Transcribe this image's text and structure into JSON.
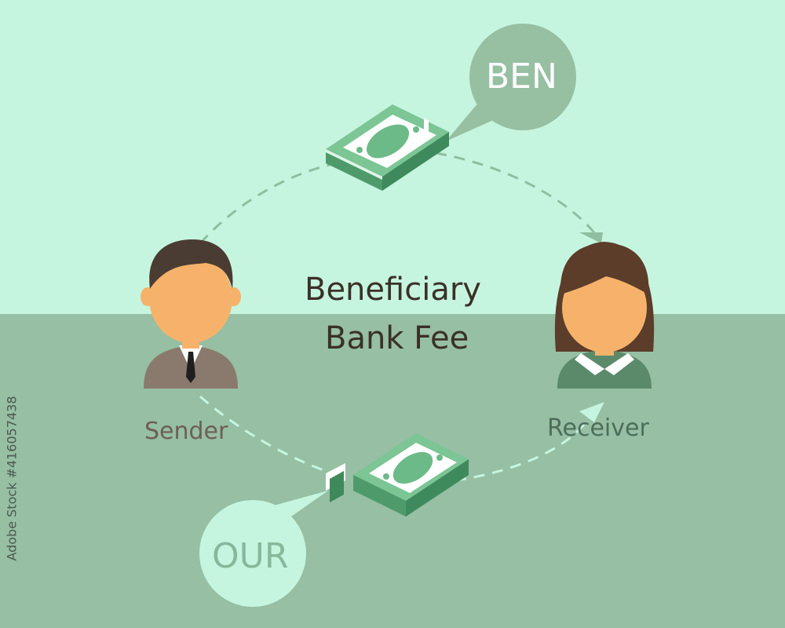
{
  "title": {
    "line1": "Beneficiary",
    "line2": "Bank Fee"
  },
  "people": {
    "sender": {
      "label": "Sender",
      "icon": "man-avatar-icon"
    },
    "receiver": {
      "label": "Receiver",
      "icon": "woman-avatar-icon"
    }
  },
  "bubbles": {
    "top": "BEN",
    "bottom": "OUR"
  },
  "watermark": {
    "text": "Adobe Stock",
    "id": "#416057438"
  },
  "colors": {
    "top_background": "#c6f5df",
    "bottom_background": "#96bfa3",
    "money_green": "#6cba88",
    "ben_bubble": "#97bfa2",
    "our_bubble": "#c6f5df"
  }
}
